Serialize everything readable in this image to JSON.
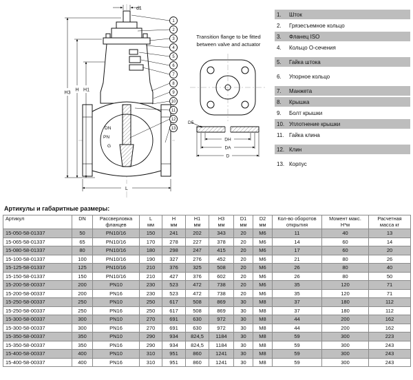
{
  "drawing": {
    "note_line1": "Transition flange to be fitted",
    "note_line2": "between valve and actuator",
    "dims": {
      "d1": "d1",
      "H": "H",
      "H1": "H1",
      "H3": "H3",
      "L": "L",
      "D5": "D5",
      "DH": "DH",
      "DA": "DA",
      "D": "D"
    },
    "body_marks": {
      "dn": "DN",
      "pn": "PN",
      "g": "G"
    },
    "callouts": [
      "1",
      "2",
      "3",
      "4",
      "5",
      "6",
      "7",
      "8",
      "9",
      "10",
      "11",
      "12",
      "13"
    ]
  },
  "parts_list": {
    "items": [
      {
        "num": "1.",
        "label": "Шток",
        "shaded": true,
        "gap_before": false
      },
      {
        "num": "2.",
        "label": "Грязесъемное кольцо",
        "shaded": false,
        "gap_before": false
      },
      {
        "num": "3.",
        "label": "Фланец ISO",
        "shaded": true,
        "gap_before": false
      },
      {
        "num": "4.",
        "label": "Кольцо О-сечения",
        "shaded": false,
        "gap_before": false
      },
      {
        "num": "5.",
        "label": "Гайка штока",
        "shaded": true,
        "gap_before": true
      },
      {
        "num": "6.",
        "label": "Упорное кольцо",
        "shaded": false,
        "gap_before": true
      },
      {
        "num": "7.",
        "label": "Манжета",
        "shaded": true,
        "gap_before": true
      },
      {
        "num": "8.",
        "label": "Крышка",
        "shaded": true,
        "gap_before": false
      },
      {
        "num": "9.",
        "label": "Болт крышки",
        "shaded": false,
        "gap_before": false
      },
      {
        "num": "10.",
        "label": "Уплотнение крышки",
        "shaded": true,
        "gap_before": false
      },
      {
        "num": "11.",
        "label": "Гайка клина",
        "shaded": false,
        "gap_before": false
      },
      {
        "num": "12.",
        "label": "Клин",
        "shaded": true,
        "gap_before": true
      },
      {
        "num": "13.",
        "label": "Корпус",
        "shaded": false,
        "gap_before": true
      }
    ]
  },
  "table": {
    "title": "Артикулы и габаритные размеры:",
    "column_keys": [
      "artikul",
      "dn",
      "drilling",
      "l",
      "h",
      "h1",
      "h3",
      "d1",
      "d2",
      "turns",
      "torque",
      "mass"
    ],
    "headers": [
      {
        "line1": "Артикул",
        "line2": ""
      },
      {
        "line1": "DN",
        "line2": ""
      },
      {
        "line1": "Рассверловка",
        "line2": "фланцев"
      },
      {
        "line1": "L",
        "line2": "мм"
      },
      {
        "line1": "H",
        "line2": "мм"
      },
      {
        "line1": "H1",
        "line2": "мм"
      },
      {
        "line1": "H3",
        "line2": "мм"
      },
      {
        "line1": "D1",
        "line2": "мм"
      },
      {
        "line1": "D2",
        "line2": "мм"
      },
      {
        "line1": "Кол-во оборотов",
        "line2": "открытия"
      },
      {
        "line1": "Момент макс.",
        "line2": "Н*м"
      },
      {
        "line1": "Расчетная",
        "line2": "масса кг"
      }
    ],
    "rows": [
      [
        "15-050-58-01337",
        "50",
        "PN10/16",
        "150",
        "241",
        "202",
        "343",
        "20",
        "M6",
        "11",
        "40",
        "13"
      ],
      [
        "15-065-58-01337",
        "65",
        "PN10/16",
        "170",
        "278",
        "227",
        "378",
        "20",
        "M6",
        "14",
        "60",
        "14"
      ],
      [
        "15-080-58-01337",
        "80",
        "PN10/16",
        "180",
        "298",
        "247",
        "415",
        "20",
        "M6",
        "17",
        "60",
        "20"
      ],
      [
        "15-100-58-01337",
        "100",
        "PN10/16",
        "190",
        "327",
        "276",
        "452",
        "20",
        "M6",
        "21",
        "80",
        "26"
      ],
      [
        "15-125-58-01337",
        "125",
        "PN10/16",
        "210",
        "376",
        "325",
        "508",
        "20",
        "M6",
        "26",
        "80",
        "40"
      ],
      [
        "15-150-58-01337",
        "150",
        "PN10/16",
        "210",
        "427",
        "376",
        "602",
        "20",
        "M6",
        "26",
        "80",
        "50"
      ],
      [
        "15-200-58-00337",
        "200",
        "PN10",
        "230",
        "523",
        "472",
        "738",
        "20",
        "M6",
        "35",
        "120",
        "71"
      ],
      [
        "15-200-58-00337",
        "200",
        "PN16",
        "230",
        "523",
        "472",
        "738",
        "20",
        "M6",
        "35",
        "120",
        "71"
      ],
      [
        "15-250-58-00337",
        "250",
        "PN10",
        "250",
        "617",
        "508",
        "869",
        "30",
        "M8",
        "37",
        "180",
        "112"
      ],
      [
        "15-250-58-00337",
        "250",
        "PN16",
        "250",
        "617",
        "508",
        "869",
        "30",
        "M8",
        "37",
        "180",
        "112"
      ],
      [
        "15-300-58-00337",
        "300",
        "PN10",
        "270",
        "691",
        "630",
        "972",
        "30",
        "M8",
        "44",
        "200",
        "162"
      ],
      [
        "15-300-58-00337",
        "300",
        "PN16",
        "270",
        "691",
        "630",
        "972",
        "30",
        "M8",
        "44",
        "200",
        "162"
      ],
      [
        "15-350-58-00337",
        "350",
        "PN10",
        "290",
        "934",
        "824,5",
        "1184",
        "30",
        "M8",
        "59",
        "300",
        "223"
      ],
      [
        "15-350-58-00337",
        "350",
        "PN16",
        "290",
        "934",
        "824,5",
        "1184",
        "30",
        "M8",
        "59",
        "300",
        "243"
      ],
      [
        "15-400-58-00337",
        "400",
        "PN10",
        "310",
        "951",
        "860",
        "1241",
        "30",
        "M8",
        "59",
        "300",
        "243"
      ],
      [
        "15-400-58-00337",
        "400",
        "PN16",
        "310",
        "951",
        "860",
        "1241",
        "30",
        "M8",
        "59",
        "300",
        "243"
      ]
    ],
    "shaded_color": "#bfbfbf"
  }
}
